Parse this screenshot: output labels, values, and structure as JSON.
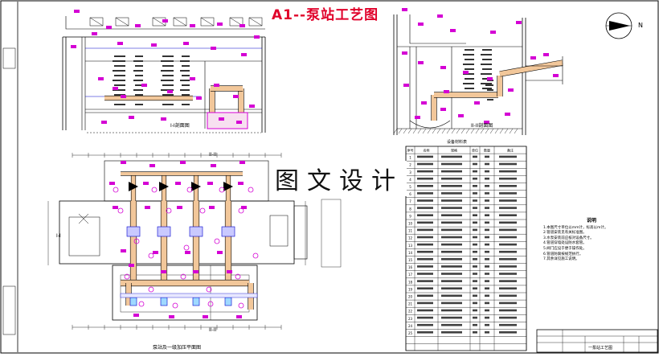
{
  "drawing": {
    "title": "A1--泵站工艺图",
    "watermark": "图文设计",
    "north_label": "N",
    "section_1_label": "I-I剖面图",
    "section_2_label": "II-II剖面图",
    "plan_label": "泵站及一级加压平面图",
    "table_heading": "设备材料表",
    "notes_heading": "说明",
    "notes": [
      "1.本图尺寸单位以mm计，标高以m计。",
      "2.管道安装见有关标准图。",
      "3.水泵安装前应核对设备尺寸。",
      "4.管道穿墙处设防水套管。",
      "5.阀门应设于便于操作处。",
      "6.管道防腐按规范执行。",
      "7.其余详见施工说明。"
    ],
    "title_block_name": "一泵站工艺图",
    "table_header": [
      "序号",
      "名称",
      "规格",
      "单位",
      "数量",
      "备注"
    ],
    "table_rows": 26,
    "colors": {
      "outline": "#000000",
      "pipe": "#f2c79a",
      "tag": "#d400d4",
      "section_mark": "#e000e0",
      "title": "#e0002a",
      "dimension": "#0000cc"
    }
  }
}
